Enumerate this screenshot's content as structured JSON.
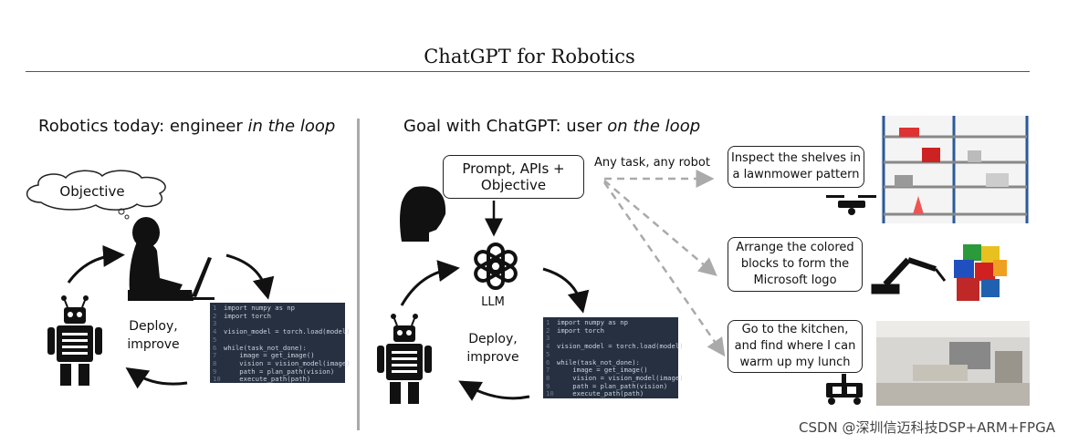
{
  "title": "ChatGPT for Robotics",
  "left": {
    "heading_plain": "Robotics today: engineer ",
    "heading_italic": "in the loop",
    "objective": "Objective",
    "deploy": [
      "Deploy,",
      "improve"
    ]
  },
  "right": {
    "heading_plain": "Goal with ChatGPT: user ",
    "heading_italic": "on the loop",
    "prompt": [
      "Prompt, APIs +",
      "Objective"
    ],
    "llm": "LLM",
    "deploy": [
      "Deploy,",
      "improve"
    ],
    "any_task": "Any task, any robot"
  },
  "code_lines": [
    [
      "1",
      "import numpy as np"
    ],
    [
      "2",
      "import torch"
    ],
    [
      "3",
      ""
    ],
    [
      "4",
      "vision_model = torch.load(model)"
    ],
    [
      "5",
      ""
    ],
    [
      "6",
      "while(task_not_done):"
    ],
    [
      "7",
      "    image = get_image()"
    ],
    [
      "8",
      "    vision = vision_model(image)"
    ],
    [
      "9",
      "    path = plan_path(vision)"
    ],
    [
      "10",
      "    execute_path(path)"
    ]
  ],
  "tasks": [
    {
      "text": [
        "Inspect the shelves in",
        "a lawnmower pattern"
      ],
      "robot": "drone"
    },
    {
      "text": [
        "Arrange the colored",
        "blocks to form the",
        "Microsoft logo"
      ],
      "robot": "robot-arm"
    },
    {
      "text": [
        "Go to the kitchen,",
        "and find where I can",
        "warm up my lunch"
      ],
      "robot": "mobile-robot"
    }
  ],
  "watermark": "CSDN @深圳信迈科技DSP+ARM+FPGA"
}
